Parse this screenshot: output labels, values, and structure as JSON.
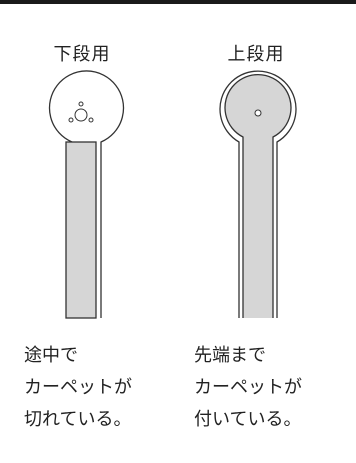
{
  "left": {
    "title": "下段用",
    "caption": [
      "途中で",
      "カーペットが",
      "切れている。"
    ]
  },
  "right": {
    "title": "上段用",
    "caption": [
      "先端まで",
      "カーペットが",
      "付いている。"
    ]
  },
  "colors": {
    "stroke": "#333333",
    "fill": "#d6d6d6",
    "background": "#ffffff"
  }
}
